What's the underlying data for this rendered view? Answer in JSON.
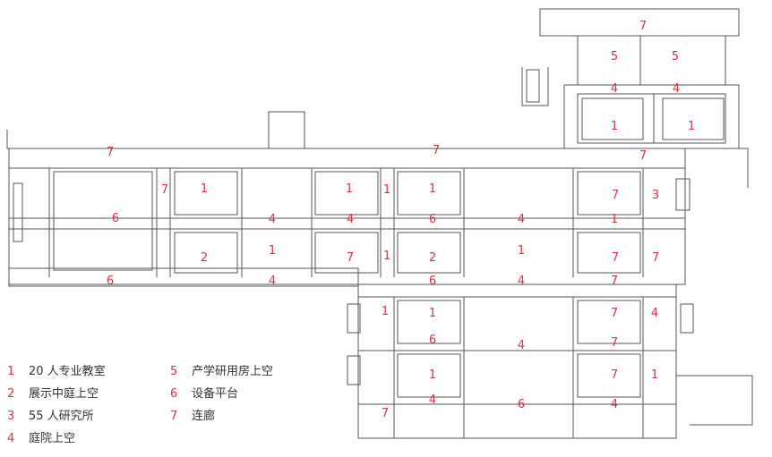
{
  "colors": {
    "line": "#555555",
    "number": "#d6334a",
    "text": "#333333"
  },
  "legend": [
    {
      "num": "1",
      "label": "20 人专业教室"
    },
    {
      "num": "2",
      "label": "展示中庭上空"
    },
    {
      "num": "3",
      "label": "55 人研究所"
    },
    {
      "num": "4",
      "label": "庭院上空"
    },
    {
      "num": "5",
      "label": "产学研用房上空"
    },
    {
      "num": "6",
      "label": "设备平台"
    },
    {
      "num": "7",
      "label": "连廊"
    }
  ],
  "plan_labels": [
    "7",
    "5",
    "5",
    "4",
    "4",
    "1",
    "1",
    "7",
    "7",
    "7",
    "1",
    "7",
    "1",
    "1",
    "1",
    "7",
    "3",
    "6",
    "4",
    "4",
    "6",
    "4",
    "1",
    "2",
    "1",
    "7",
    "1",
    "2",
    "1",
    "7",
    "7",
    "6",
    "4",
    "6",
    "4",
    "7",
    "1",
    "1",
    "7",
    "4",
    "6",
    "4",
    "7",
    "1",
    "1",
    "7",
    "7",
    "4",
    "6",
    "4"
  ]
}
